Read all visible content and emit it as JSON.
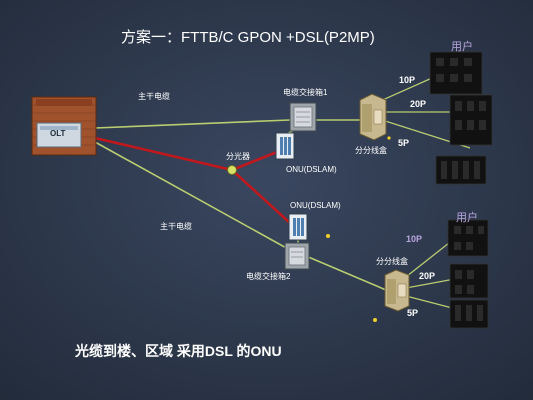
{
  "title": "方案一：FTTB/C  GPON +DSL(P2MP)",
  "subtitle": "光缆到楼、区域 采用DSL 的ONU",
  "labels": {
    "trunk_cable_1": "主干电缆",
    "trunk_cable_2": "主干电缆",
    "cabinet_1": "电缆交接箱1",
    "cabinet_2": "电缆交接箱2",
    "splitter": "分光器",
    "onu_1": "ONU(DSLAM)",
    "onu_2": "ONU(DSLAM)",
    "distribution_box_1": "分分线盒",
    "distribution_box_2": "分分线盒",
    "olt": "OLT",
    "central_office": "",
    "user_1": "用户",
    "user_2": "用户",
    "pairs": {
      "a_10p": "10P",
      "a_20p": "20P",
      "a_5p": "5P",
      "b_10p": "10P",
      "b_20p": "20P",
      "b_5p": "5P"
    }
  },
  "colors": {
    "background": "#2e3a4e",
    "fiber": "#c0181c",
    "copper": "#b8cc70",
    "text": "#ffffff",
    "user_label": "#b9a6e0",
    "building": "#111111",
    "brick": "#a0522d"
  }
}
